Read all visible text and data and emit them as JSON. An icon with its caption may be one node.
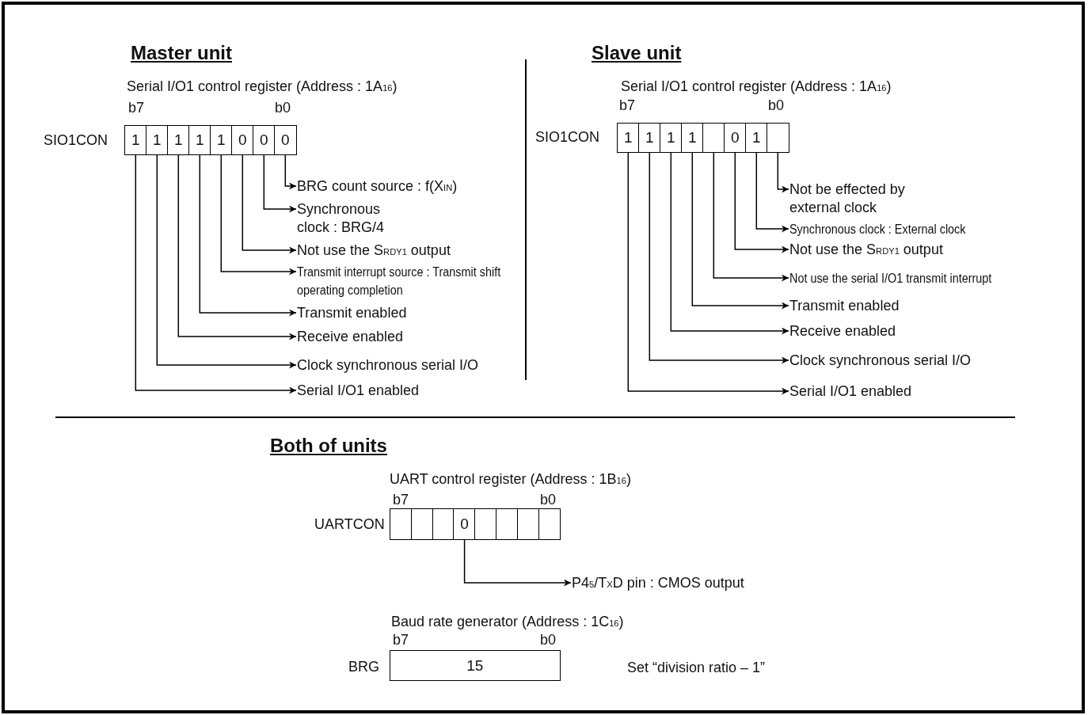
{
  "diagram": {
    "nodes": [
      {
        "text": [
          "1"
        ]
      },
      {
        "text": [
          "1"
        ]
      },
      {
        "text": [
          "1"
        ]
      },
      {
        "text": [
          "1"
        ]
      },
      {
        "text": [
          "1"
        ]
      },
      {
        "text": [
          "0"
        ]
      },
      {
        "text": [
          "0"
        ]
      },
      {
        "text": [
          "0"
        ]
      },
      {
        "text": [
          "BRG count source : f(X$_{IN}$)"
        ]
      },
      {
        "text": [
          "Synchronous clock : BRG/4"
        ]
      },
      {
        "text": [
          "Not use the S$_{RDY1}$ output"
        ]
      },
      {
        "text": [
          "Transmit interrupt source : Transmit shift operating completion"
        ]
      },
      {
        "text": [
          "Transmit enabled"
        ]
      },
      {
        "text": [
          "Receive enabled"
        ]
      },
      {
        "text": [
          "Clock synchronous serial I/O"
        ]
      },
      {
        "text": [
          "Serial I/O1 enabled"
        ]
      },
      {
        "text": [
          "1"
        ]
      },
      {
        "text": [
          "1"
        ]
      },
      {
        "text": [
          "1"
        ]
      },
      {
        "text": [
          "1"
        ]
      },
      {
        "text": [],
        "shape": "box"
      },
      {
        "text": [
          "0"
        ]
      },
      {
        "text": [
          "1"
        ]
      },
      {
        "text": [],
        "shape": "box"
      },
      {
        "text": [
          "Not be effected by external clock"
        ]
      },
      {
        "text": [
          "Synchronous clock : External clock"
        ]
      },
      {
        "text": [
          "Not use the S$_{RDY1}$ output"
        ]
      },
      {
        "text": [
          "Not use the serial I/O1 transmit interrupt"
        ]
      },
      {
        "text": [
          "Transmit enabled"
        ]
      },
      {
        "text": [
          "Receive enabled"
        ]
      },
      {
        "text": [
          "Clock synchronous serial I/O"
        ]
      },
      {
        "text": [
          "Serial I/O1 enabled"
        ]
      },
      {
        "text": [],
        "shape": "box"
      },
      {
        "text": [],
        "shape": "box"
      },
      {
        "text": [],
        "shape": "box"
      },
      {
        "text": [
          "0"
        ]
      },
      {
        "text": [],
        "shape": "box"
      },
      {
        "text": [],
        "shape": "box"
      },
      {
        "text": [],
        "shape": "box"
      },
      {
        "text": [],
        "shape": "box"
      },
      {
        "text": [
          "P4$_{5}$/T$_{X}$D pin : CMOS output"
        ]
      },
      {
        "text": [
          "15"
        ],
        "beside": [
          "BRG"
        ]
      }
    ],
    "edges": [
      {
        "from": 7,
        "to": 8,
        "arrow": "to"
      },
      {
        "from": 6,
        "to": 9,
        "arrow": "to"
      },
      {
        "from": 5,
        "to": 10,
        "arrow": "to"
      },
      {
        "from": 4,
        "to": 11,
        "arrow": "to"
      },
      {
        "from": 3,
        "to": 12,
        "arrow": "to"
      },
      {
        "from": 2,
        "to": 13,
        "arrow": "to"
      },
      {
        "from": 1,
        "to": 14,
        "arrow": "to"
      },
      {
        "from": 0,
        "to": 15,
        "arrow": "to"
      },
      {
        "from": 23,
        "to": 24,
        "arrow": "to"
      },
      {
        "from": 22,
        "to": 25,
        "arrow": "to"
      },
      {
        "from": 21,
        "to": 26,
        "arrow": "to"
      },
      {
        "from": 20,
        "to": 27,
        "arrow": "to"
      },
      {
        "from": 19,
        "to": 28,
        "arrow": "to"
      },
      {
        "from": 18,
        "to": 29,
        "arrow": "to"
      },
      {
        "from": 17,
        "to": 30,
        "arrow": "to"
      },
      {
        "from": 16,
        "to": 31,
        "arrow": "to"
      },
      {
        "from": 35,
        "to": 40,
        "arrow": "to"
      }
    ],
    "labels": [
      "Master unit",
      "Slave unit",
      "Serial I/O1 control register (Address : 1A$_{16}$)",
      "Serial I/O1 control register (Address : 1A$_{16}$)",
      "b7",
      "b0",
      "b7",
      "b0",
      "SIO1CON",
      "SIO1CON",
      "Both of units",
      "UART control register (Address : 1B$_{16}$)",
      "b7",
      "b0",
      "UARTCON",
      "Baud rate generator (Address : 1C$_{16}$)",
      "b7",
      "b0",
      "Set  “division ratio – 1”"
    ]
  }
}
